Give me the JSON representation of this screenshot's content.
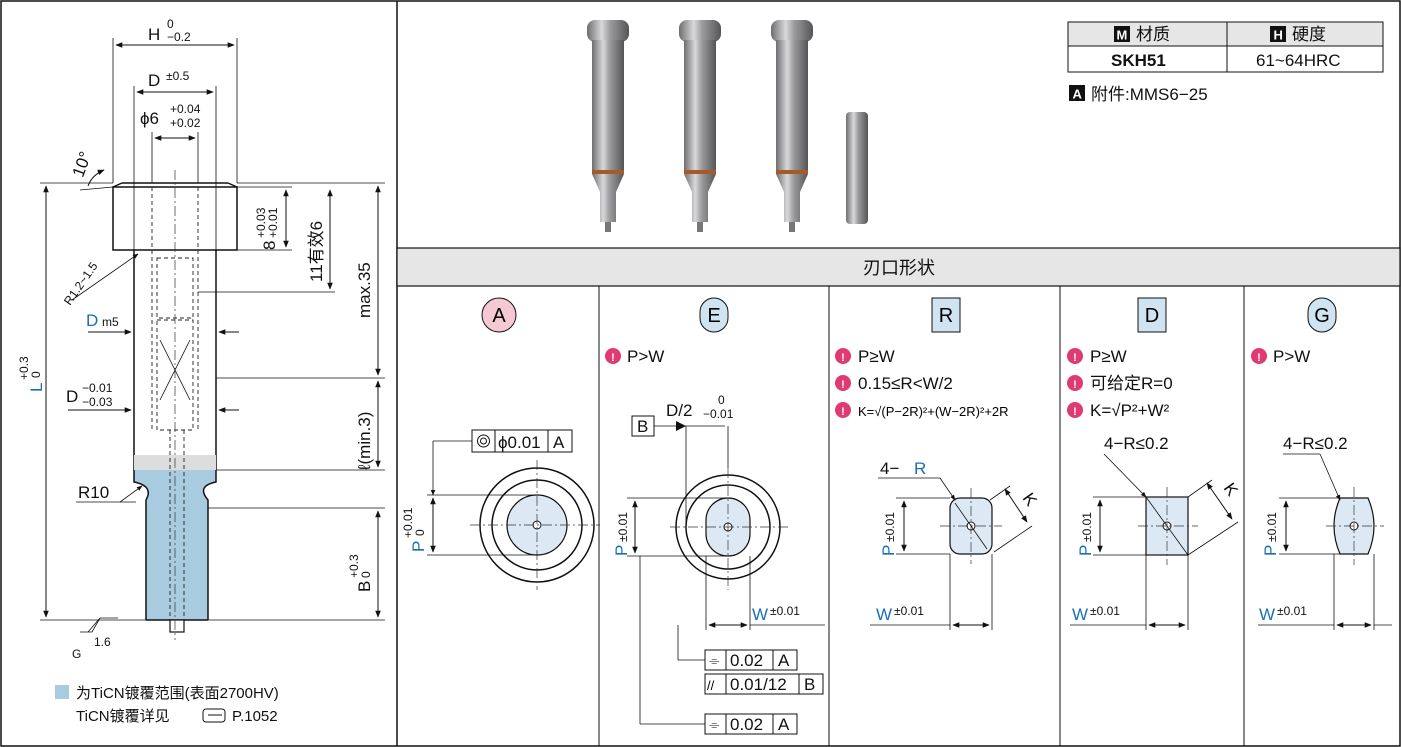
{
  "left": {
    "H_label": "H",
    "H_tol_top": "0",
    "H_tol_bot": "−0.2",
    "D_label": "D",
    "D_tol": "±0.5",
    "phi_label": "ϕ6",
    "phi_tol_top": "+0.04",
    "phi_tol_bot": "+0.02",
    "angle_label": "10°",
    "head_h_label": "8",
    "head_h_tol_top": "+0.03",
    "head_h_tol_bot": "+0.01",
    "eff_label": "11有效6",
    "max_label": "max.35",
    "r_label": "R1.2~1.5",
    "Dm5_main": "D",
    "Dm5_sub": "m5",
    "D2_main": "D",
    "D2_tol_top": "−0.01",
    "D2_tol_bot": "−0.03",
    "ell_label": "ℓ(min.3)",
    "R10_label": "R10",
    "L_label": "L",
    "L_tol_top": "+0.3",
    "L_tol_bot": "0",
    "B_label": "B",
    "B_tol_top": "+0.3",
    "B_tol_bot": "0",
    "rough_val": "1.6",
    "rough_g": "G",
    "legend_line1": "为TiCN镀覆范围(表面2700HV)",
    "legend_line2": "TiCN镀覆详见",
    "legend_page": "P.1052",
    "coat_color": "#a9cbe0"
  },
  "table": {
    "material_icon": "M",
    "material_head": "材质",
    "hardness_icon": "H",
    "hardness_head": "硬度",
    "material_val": "SKH51",
    "hardness_val": "61~64HRC",
    "acc_icon": "A",
    "acc_text": "附件:MMS6−25"
  },
  "section_title": "刃口形状",
  "shapes": {
    "A": {
      "letter": "A",
      "badge_color": "#f5c9d3",
      "flatness": "ϕ0.01",
      "datum": "A",
      "P_label": "P",
      "P_tol_top": "+0.01",
      "P_tol_bot": "0"
    },
    "E": {
      "letter": "E",
      "badge_color": "#cfe3f1",
      "cond1": "P>W",
      "d2_label": "D/2",
      "d2_tol_top": "0",
      "d2_tol_bot": "−0.01",
      "datum_b": "B",
      "P_label": "P",
      "P_tol": "±0.01",
      "W_label": "W",
      "W_tol": "±0.01",
      "fcf1_sym": "⌯",
      "fcf1_val": "0.02",
      "fcf1_datum": "A",
      "fcf2_sym": "//",
      "fcf2_val": "0.01/12",
      "fcf2_datum": "B",
      "fcf3_sym": "⌯",
      "fcf3_val": "0.02",
      "fcf3_datum": "A"
    },
    "R": {
      "letter": "R",
      "badge_color": "#cfe3f1",
      "cond1": "P≥W",
      "cond2": "0.15≤R<W/2",
      "cond3": "K=√(P−2R)²+(W−2R)²+2R",
      "r_pre": "4−",
      "r_label": "R",
      "k_label": "K",
      "P_label": "P",
      "P_tol": "±0.01",
      "W_label": "W",
      "W_tol": "±0.01"
    },
    "D": {
      "letter": "D",
      "badge_color": "#cfe3f1",
      "cond1": "P≥W",
      "cond2": "可给定R=0",
      "cond3": "K=√P²+W²",
      "r_label": "4−R≤0.2",
      "k_label": "K",
      "P_label": "P",
      "P_tol": "±0.01",
      "W_label": "W",
      "W_tol": "±0.01"
    },
    "G": {
      "letter": "G",
      "badge_color": "#cfe3f1",
      "cond1": "P>W",
      "r_label": "4−R≤0.2",
      "P_label": "P",
      "P_tol": "±0.01",
      "W_label": "W",
      "W_tol": "±0.01"
    }
  },
  "colors": {
    "blue_text": "#1a6fb5",
    "fill_light": "#dce9f4",
    "header_bg": "#e6e6e6",
    "bullet": "#e03a74"
  }
}
